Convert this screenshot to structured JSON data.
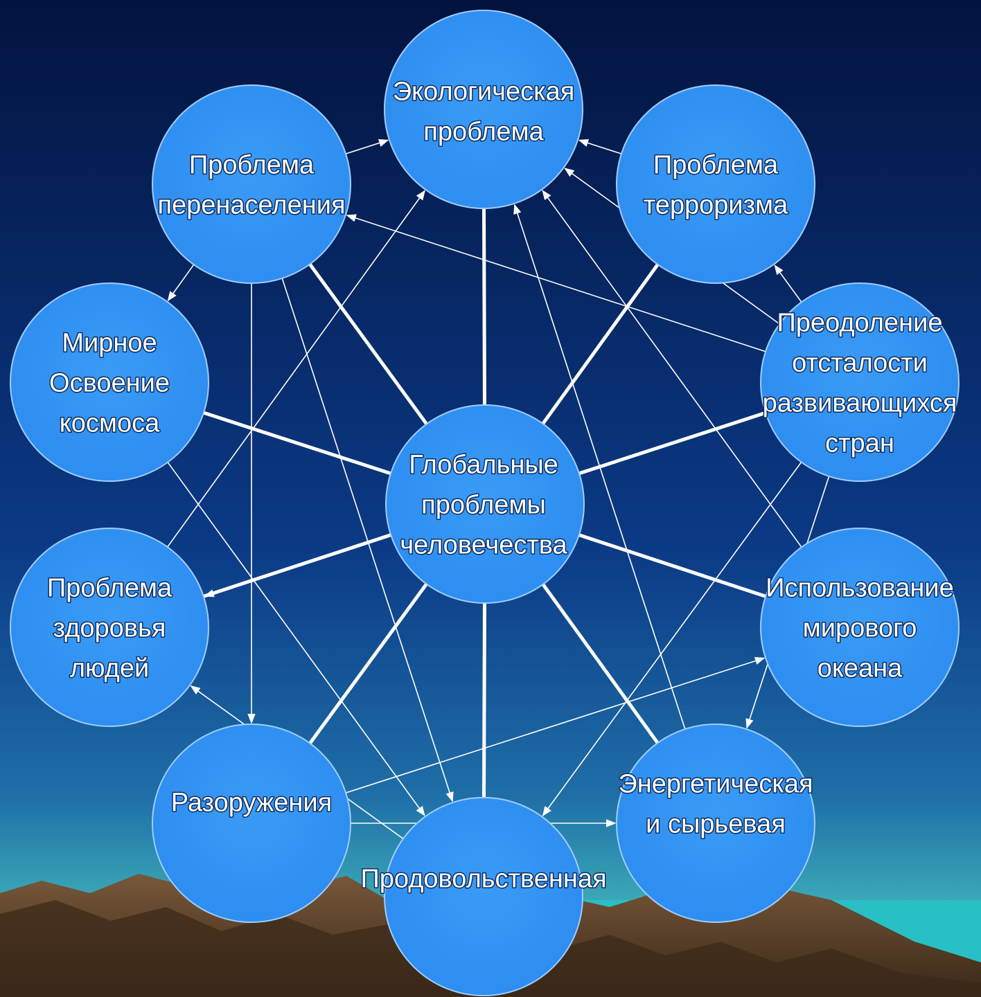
{
  "center": {
    "id": "center",
    "lines": [
      "Глобальные",
      "проблемы",
      "человечества"
    ]
  },
  "nodes": [
    {
      "id": "ecology",
      "lines": [
        "Экологическая",
        "проблема"
      ]
    },
    {
      "id": "terror",
      "lines": [
        "Проблема",
        "терроризма"
      ]
    },
    {
      "id": "develop",
      "lines": [
        "Преодоление",
        "отсталости",
        "развивающихся",
        "стран"
      ]
    },
    {
      "id": "ocean",
      "lines": [
        "Использование",
        "мирового",
        "океана"
      ]
    },
    {
      "id": "energy",
      "lines": [
        "Энергетическая",
        "и сырьевая"
      ]
    },
    {
      "id": "food",
      "lines": [
        "Продовольственная"
      ]
    },
    {
      "id": "disarm",
      "lines": [
        "Разоружения"
      ]
    },
    {
      "id": "health",
      "lines": [
        "Проблема",
        "здоровья",
        "людей"
      ]
    },
    {
      "id": "space",
      "lines": [
        "Мирное",
        "Освоение",
        "космоса"
      ]
    },
    {
      "id": "overpop",
      "lines": [
        "Проблема",
        "перенаселения"
      ]
    }
  ],
  "links": [
    {
      "from": "overpop",
      "to": "ecology"
    },
    {
      "from": "overpop",
      "to": "space"
    },
    {
      "from": "overpop",
      "to": "disarm"
    },
    {
      "from": "overpop",
      "to": "food"
    },
    {
      "from": "terror",
      "to": "ecology"
    },
    {
      "from": "develop",
      "to": "terror"
    },
    {
      "from": "develop",
      "to": "ecology"
    },
    {
      "from": "develop",
      "to": "overpop"
    },
    {
      "from": "develop",
      "to": "health"
    },
    {
      "from": "develop",
      "to": "food"
    },
    {
      "from": "develop",
      "to": "energy"
    },
    {
      "from": "ocean",
      "to": "ecology"
    },
    {
      "from": "energy",
      "to": "ecology"
    },
    {
      "from": "disarm",
      "to": "ocean"
    },
    {
      "from": "disarm",
      "to": "energy"
    },
    {
      "from": "food",
      "to": "health"
    },
    {
      "from": "health",
      "to": "ecology"
    },
    {
      "from": "space",
      "to": "food"
    }
  ],
  "colors": {
    "sky_top": "#03133f",
    "sky_mid": "#0b3a86",
    "sky_bottom": "#3aa6b6",
    "horizon": "#5fd4d0",
    "sea": "#28c0c4",
    "mountain_dark": "#3a2818",
    "mountain_light": "#7a5a3c",
    "node_fill": "#3394f4",
    "node_stroke": "#9fcdfb",
    "line": "#ffffff",
    "text": "#ffffff"
  }
}
